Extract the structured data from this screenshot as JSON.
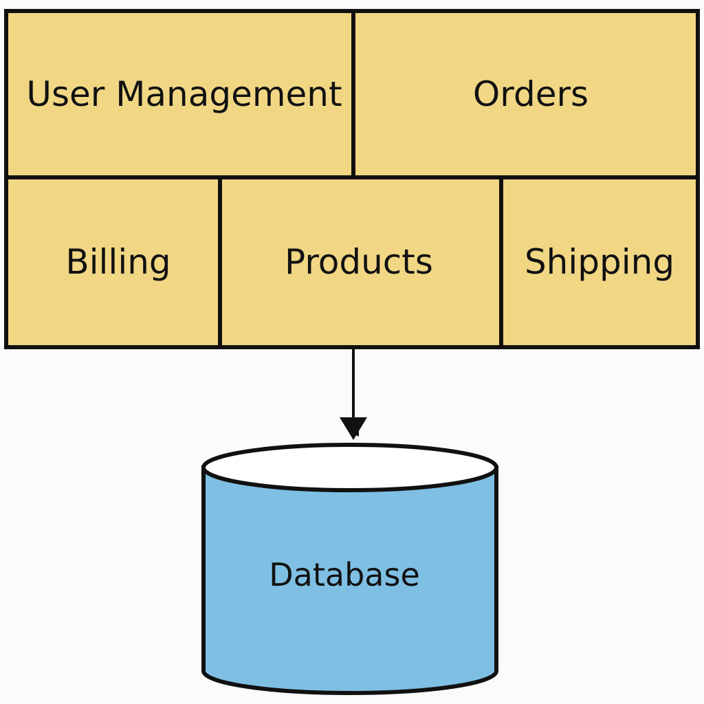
{
  "modules": {
    "user_management": "User Management",
    "orders": "Orders",
    "billing": "Billing",
    "products": "Products",
    "shipping": "Shipping"
  },
  "database": {
    "label": "Database"
  },
  "colors": {
    "module_fill": "#f1d784",
    "database_fill": "#7fbfe3",
    "database_top": "#ffffff",
    "stroke": "#111111",
    "background": "#fbfbfb"
  }
}
